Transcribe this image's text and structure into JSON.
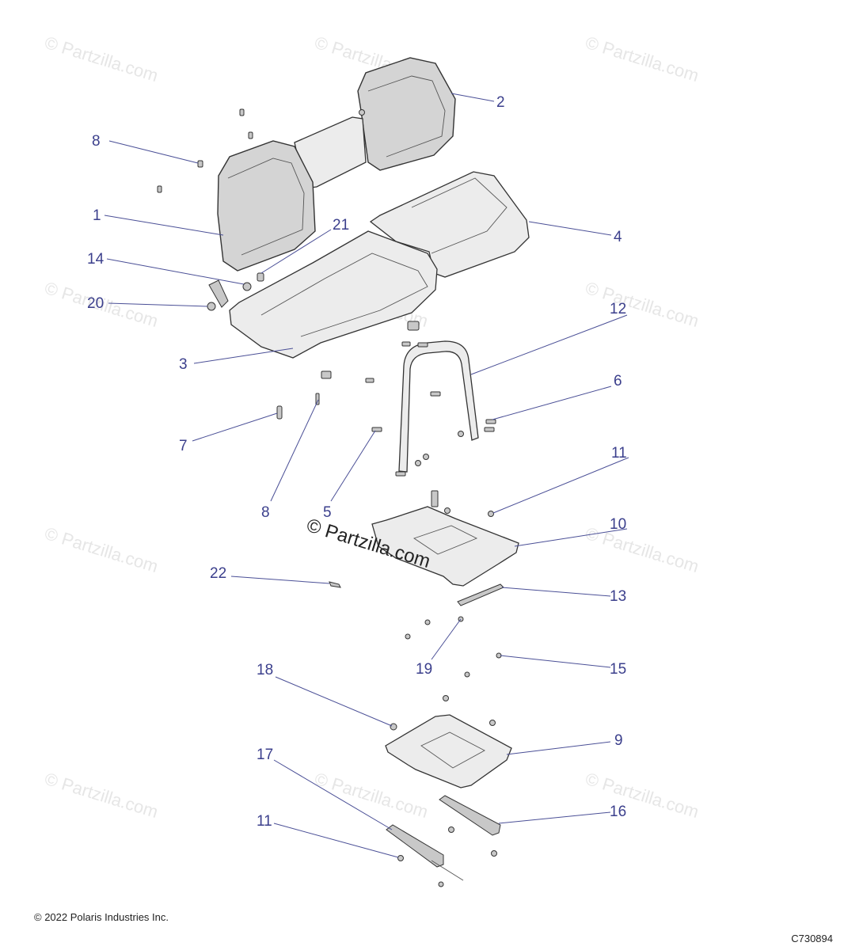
{
  "watermark_text": "© Partzilla.com",
  "center_watermark": "© Partzilla.com",
  "footer": {
    "copyright": "© 2022 Polaris Industries Inc.",
    "diagram_code": "C730894"
  },
  "callouts": {
    "c1": "1",
    "c2": "2",
    "c3": "3",
    "c4": "4",
    "c5": "5",
    "c6": "6",
    "c7": "7",
    "c8a": "8",
    "c8b": "8",
    "c9": "9",
    "c10": "10",
    "c11a": "11",
    "c11b": "11",
    "c12": "12",
    "c13": "13",
    "c14": "14",
    "c15": "15",
    "c16": "16",
    "c17": "17",
    "c18": "18",
    "c19": "19",
    "c20": "20",
    "c21": "21",
    "c22": "22"
  },
  "colors": {
    "callout": "#3b3f8c",
    "watermark": "#e6e6e6"
  }
}
